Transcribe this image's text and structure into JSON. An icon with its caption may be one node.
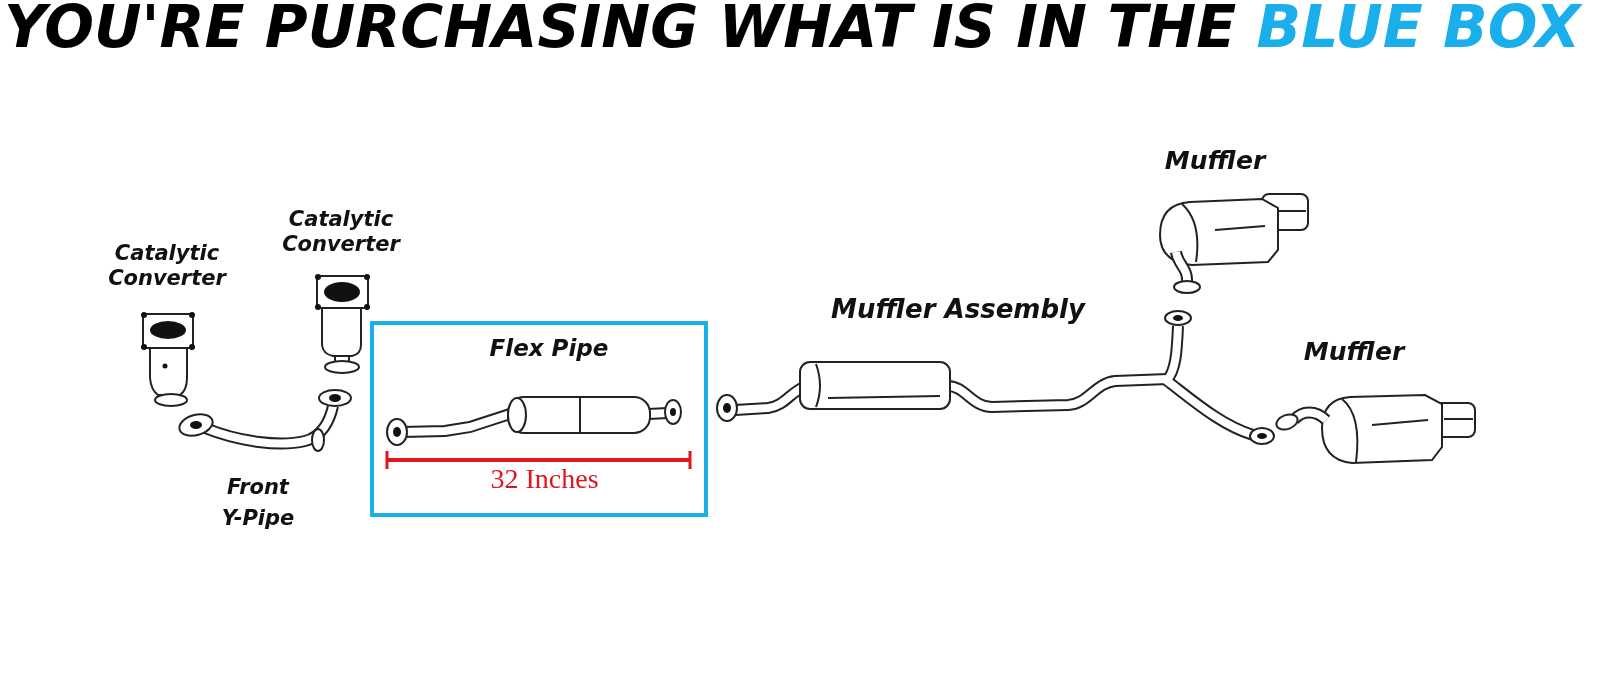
{
  "diagram": {
    "title": "YOU'RE PURCHASING WHAT IS IN THE **BLUE BOX**",
    "nodes": [
      {
        "text": [
          "Flex Pipe"
        ]
      }
    ],
    "labels": [
      "Catalytic Converter",
      "Catalytic Converter",
      "Front Y-Pipe",
      "32 Inches",
      "Muffler Assembly",
      "Muffler",
      "Muffler"
    ]
  }
}
